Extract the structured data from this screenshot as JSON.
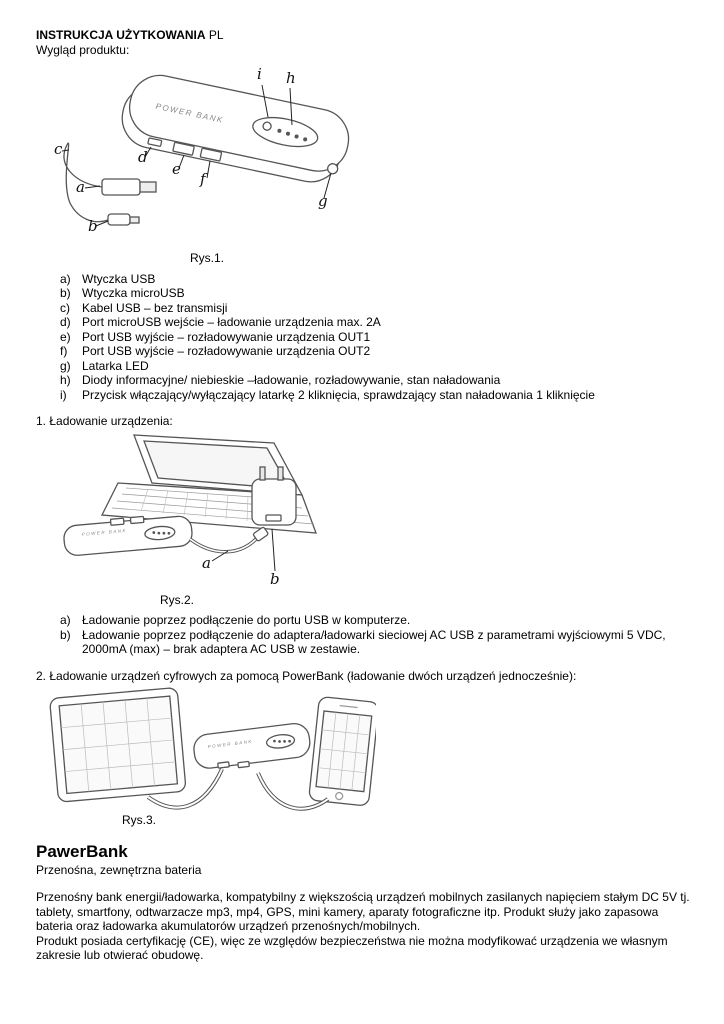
{
  "header": {
    "title": "INSTRUKCJA UŻYTKOWANIA",
    "lang": " PL",
    "subtitle": "Wygląd produktu:"
  },
  "fig1": {
    "caption": "Rys.1.",
    "device_label": "POWER BANK",
    "labels": [
      "a",
      "b",
      "c",
      "d",
      "e",
      "f",
      "g",
      "h",
      "i"
    ]
  },
  "parts": {
    "items": [
      {
        "m": "a)",
        "t": "Wtyczka USB"
      },
      {
        "m": "b)",
        "t": "Wtyczka microUSB"
      },
      {
        "m": "c)",
        "t": "Kabel USB – bez transmisji"
      },
      {
        "m": "d)",
        "t": "Port microUSB wejście – ładowanie urządzenia max. 2A"
      },
      {
        "m": "e)",
        "t": "Port USB wyjście – rozładowywanie urządzenia OUT1"
      },
      {
        "m": "f)",
        "t": "Port USB wyjście – rozładowywanie urządzenia OUT2"
      },
      {
        "m": "g)",
        "t": "Latarka LED"
      },
      {
        "m": "h)",
        "t": "Diody informacyjne/ niebieskie –ładowanie, rozładowywanie, stan naładowania"
      },
      {
        "m": "i)",
        "t": "Przycisk włączający/wyłączający latarkę 2 kliknięcia, sprawdzający stan naładowania 1 kliknięcie"
      }
    ]
  },
  "sections": {
    "s1": "1. Ładowanie urządzenia:",
    "s2": "2. Ładowanie urządzeń cyfrowych za pomocą PowerBank (ładowanie dwóch urządzeń jednocześnie):"
  },
  "fig2": {
    "caption": "Rys.2.",
    "labels": [
      "a",
      "b"
    ]
  },
  "charging": {
    "items": [
      {
        "m": "a)",
        "t": "Ładowanie poprzez podłączenie do portu USB w komputerze."
      },
      {
        "m": "b)",
        "t": "Ładowanie poprzez podłączenie do adaptera/ładowarki sieciowej AC USB z parametrami wyjściowymi 5 VDC, 2000mA (max) – brak adaptera AC USB w zestawie."
      }
    ]
  },
  "fig3": {
    "caption": "Rys.3."
  },
  "product": {
    "name": "PawerBank",
    "tagline": "Przenośna, zewnętrzna bateria",
    "description": "Przenośny bank energii/ładowarka, kompatybilny z większością urządzeń mobilnych zasilanych napięciem stałym DC 5V tj. tablety, smartfony, odtwarzacze mp3, mp4, GPS, mini kamery, aparaty fotograficzne itp. Produkt służy jako zapasowa bateria oraz ładowarka akumulatorów urządzeń przenośnych/mobilnych.",
    "certification": "Produkt posiada certyfikację (CE), więc ze względów bezpieczeństwa nie można modyfikować urządzenia we własnym zakresie lub otwierać obudowę."
  }
}
